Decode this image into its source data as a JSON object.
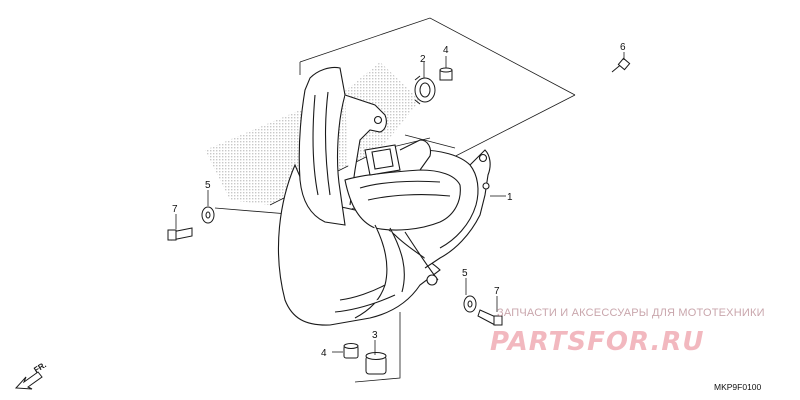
{
  "diagram": {
    "callouts": [
      {
        "id": "c1",
        "label": "1"
      },
      {
        "id": "c2",
        "label": "2"
      },
      {
        "id": "c3",
        "label": "3"
      },
      {
        "id": "c4a",
        "label": "4"
      },
      {
        "id": "c4b",
        "label": "4"
      },
      {
        "id": "c5a",
        "label": "5"
      },
      {
        "id": "c5b",
        "label": "5"
      },
      {
        "id": "c6",
        "label": "6"
      },
      {
        "id": "c7a",
        "label": "7"
      },
      {
        "id": "c7b",
        "label": "7"
      }
    ],
    "direction_label": "FR.",
    "part_code": "MKP9F0100"
  },
  "watermark": {
    "tagline": "ЗАПЧАСТИ И АКСЕССУАРЫ ДЛЯ МОТОТЕХНИКИ",
    "logo_text": "PARTSFOR.RU",
    "color": "#f2b8bf"
  },
  "colors": {
    "line": "#1a1a1a",
    "halftone": "#d9d9d9"
  }
}
